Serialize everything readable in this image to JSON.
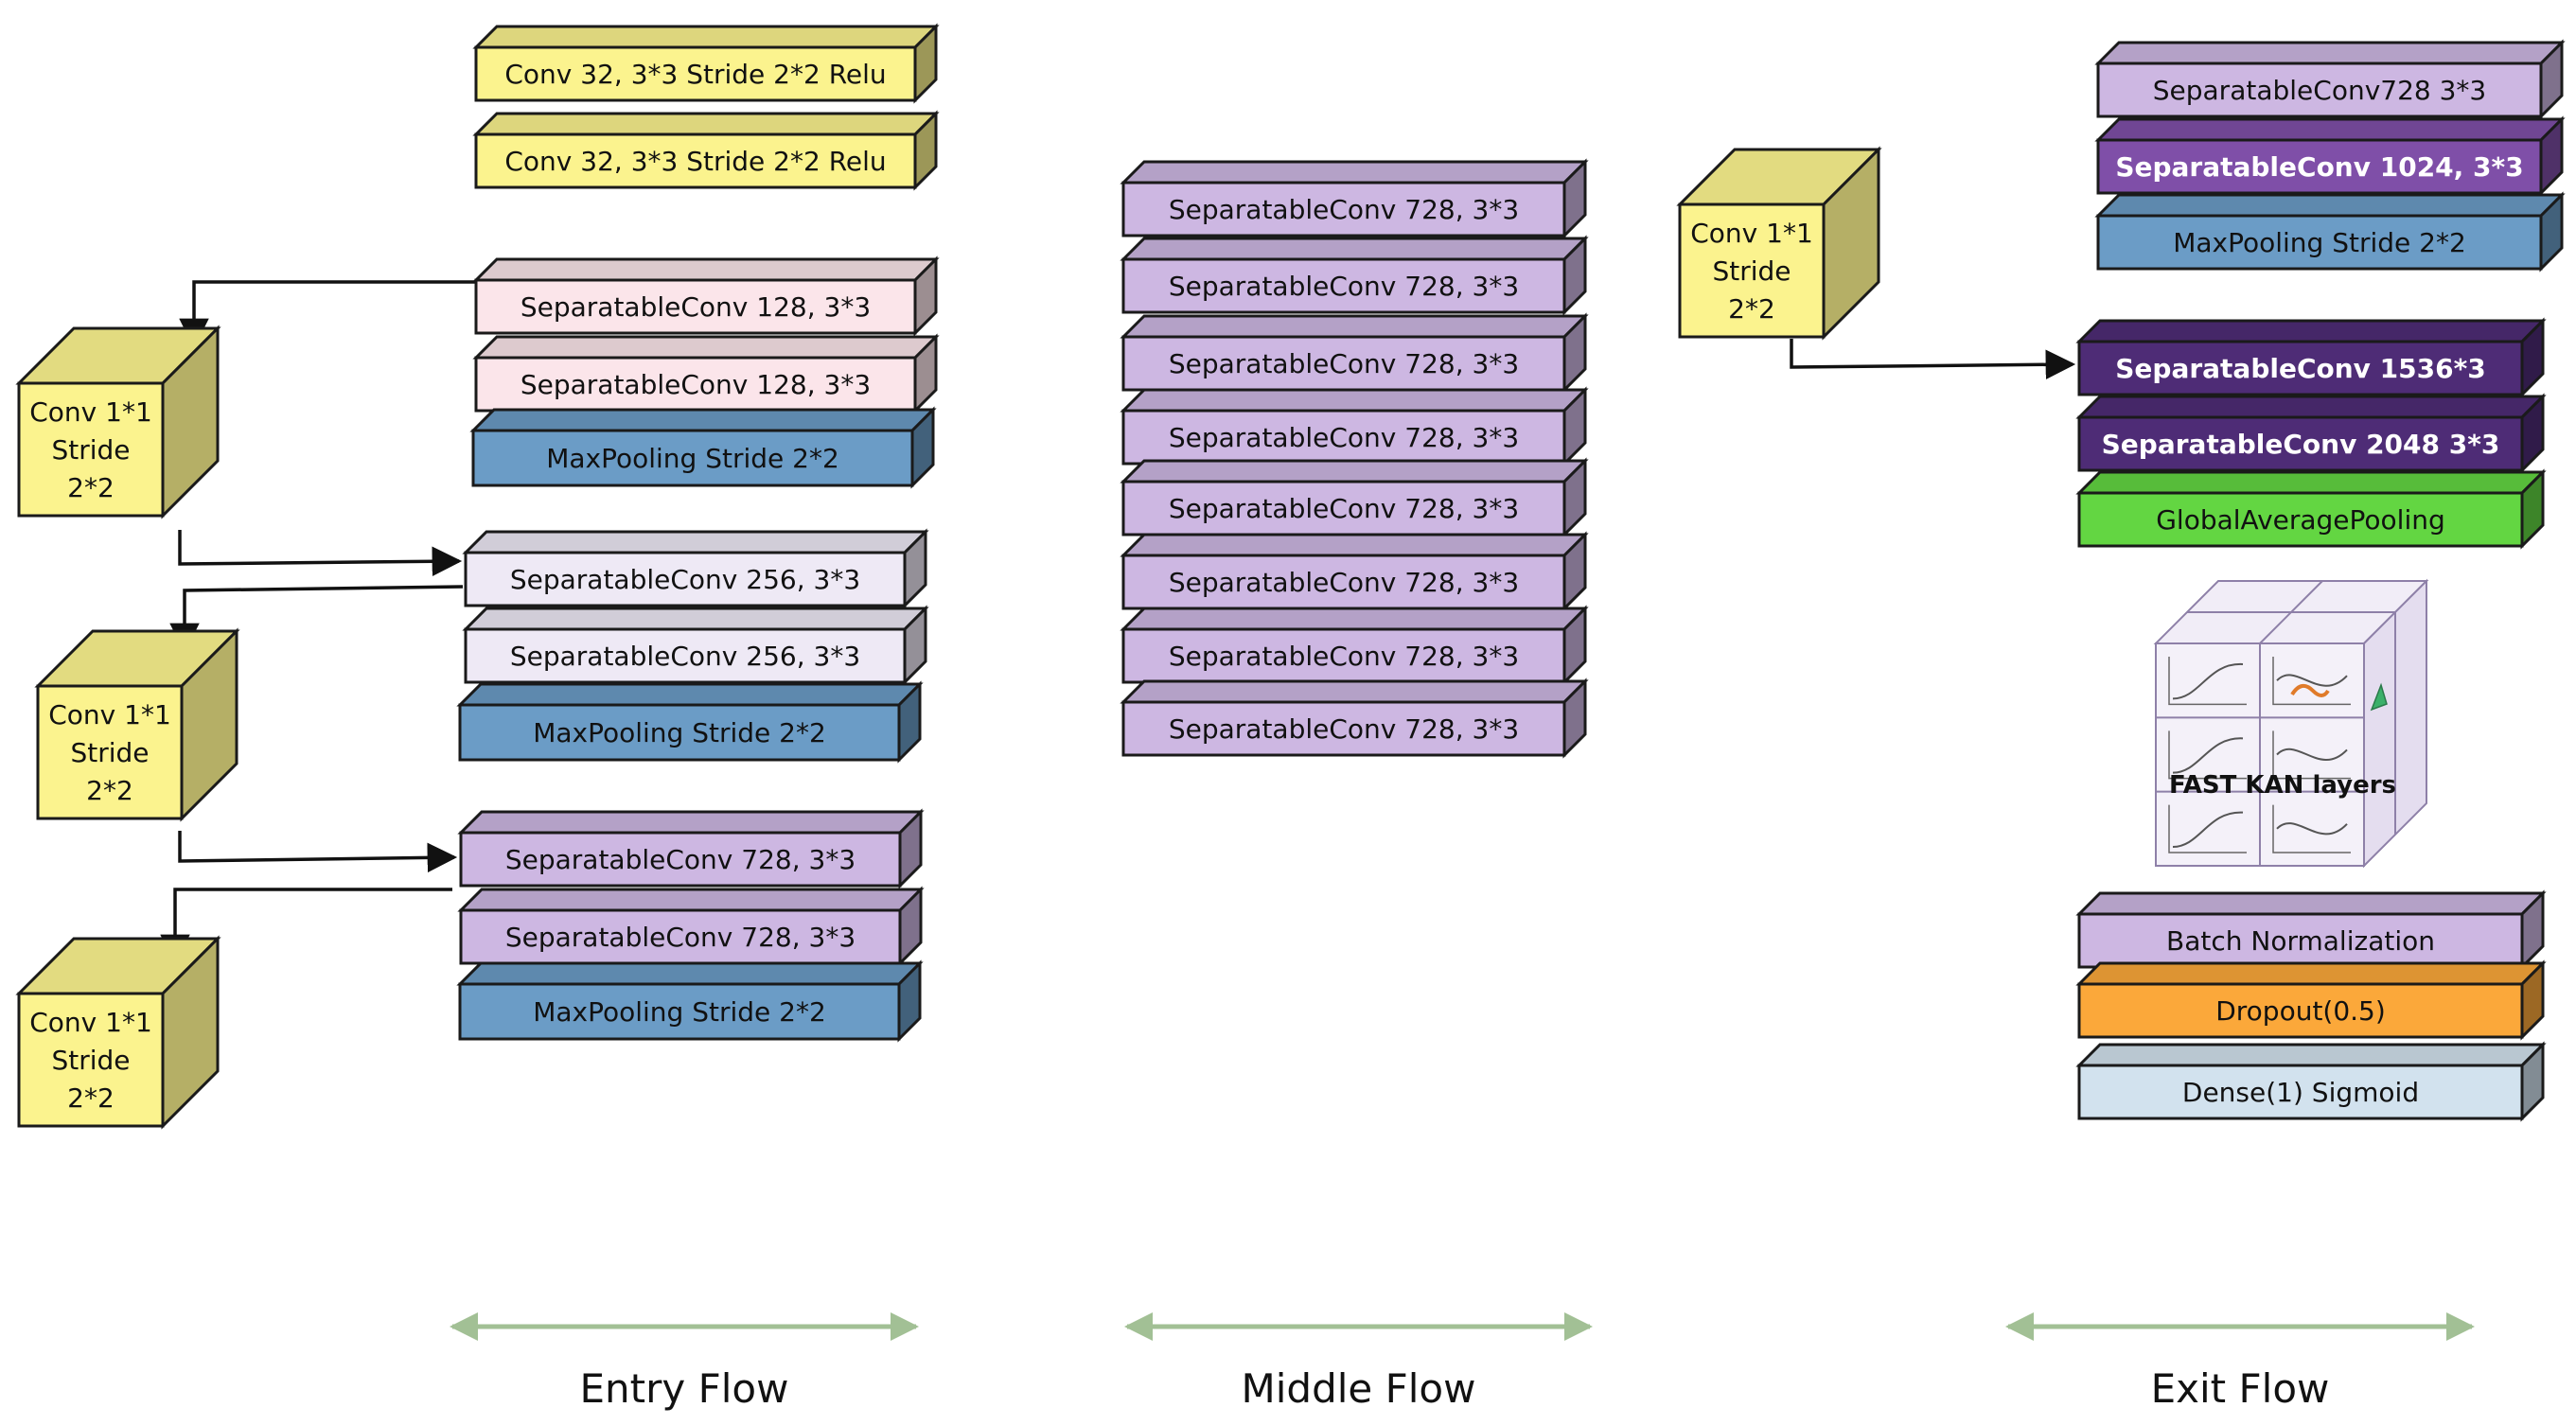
{
  "colors": {
    "yellow": "#FBF38E",
    "pink": "#FBE5EA",
    "lavender_light": "#EEE9F5",
    "lavender": "#CDB7E2",
    "blue": "#6B9CC6",
    "purple_mid": "#7F4FA8",
    "purple_dark": "#4E2C76",
    "green": "#63D642",
    "orange": "#FBA83A",
    "light_blue": "#D2E2EE",
    "arrow_green": "#A2C095"
  },
  "entry": {
    "blocks": [
      {
        "label": "Conv 32, 3*3 Stride 2*2 Relu",
        "color": "yellow"
      },
      {
        "label": "Conv 32, 3*3 Stride 2*2 Relu",
        "color": "yellow"
      },
      {
        "label": "SeparatableConv 128, 3*3",
        "color": "pink"
      },
      {
        "label": "SeparatableConv 128, 3*3",
        "color": "pink"
      },
      {
        "label": "MaxPooling Stride 2*2",
        "color": "blue"
      },
      {
        "label": "SeparatableConv 256, 3*3",
        "color": "lavender_light"
      },
      {
        "label": "SeparatableConv 256, 3*3",
        "color": "lavender_light"
      },
      {
        "label": "MaxPooling Stride 2*2",
        "color": "blue"
      },
      {
        "label": "SeparatableConv 728, 3*3",
        "color": "lavender"
      },
      {
        "label": "SeparatableConv 728, 3*3",
        "color": "lavender"
      },
      {
        "label": "MaxPooling Stride 2*2",
        "color": "blue"
      }
    ],
    "cubes": [
      {
        "lines": [
          "Conv 1*1",
          "Stride",
          "2*2"
        ]
      },
      {
        "lines": [
          "Conv 1*1",
          "Stride",
          "2*2"
        ]
      },
      {
        "lines": [
          "Conv 1*1",
          "Stride",
          "2*2"
        ]
      }
    ]
  },
  "middle": {
    "blocks": [
      {
        "label": "SeparatableConv 728, 3*3",
        "color": "lavender"
      },
      {
        "label": "SeparatableConv 728, 3*3",
        "color": "lavender"
      },
      {
        "label": "SeparatableConv 728, 3*3",
        "color": "lavender"
      },
      {
        "label": "SeparatableConv 728, 3*3",
        "color": "lavender"
      },
      {
        "label": "SeparatableConv 728, 3*3",
        "color": "lavender"
      },
      {
        "label": "SeparatableConv 728, 3*3",
        "color": "lavender"
      },
      {
        "label": "SeparatableConv 728, 3*3",
        "color": "lavender"
      },
      {
        "label": "SeparatableConv 728, 3*3",
        "color": "lavender"
      }
    ]
  },
  "exit": {
    "cube": {
      "lines": [
        "Conv 1*1",
        "Stride",
        "2*2"
      ]
    },
    "blocks": [
      {
        "label": "SeparatableConv728 3*3",
        "color": "lavender"
      },
      {
        "label": "SeparatableConv 1024, 3*3",
        "color": "purple_mid"
      },
      {
        "label": "MaxPooling Stride 2*2",
        "color": "blue"
      },
      {
        "label": "SeparatableConv 1536*3",
        "color": "purple_dark"
      },
      {
        "label": "SeparatableConv 2048 3*3",
        "color": "purple_dark"
      },
      {
        "label": "GlobalAveragePooling",
        "color": "green"
      },
      {
        "label": "Batch Normalization",
        "color": "lavender"
      },
      {
        "label": "Dropout(0.5)",
        "color": "orange"
      },
      {
        "label": "Dense(1) Sigmoid",
        "color": "light_blue"
      }
    ],
    "kan_label": "FAST KAN layers"
  },
  "flow_labels": {
    "entry": "Entry Flow",
    "middle": "Middle Flow",
    "exit": "Exit Flow"
  }
}
